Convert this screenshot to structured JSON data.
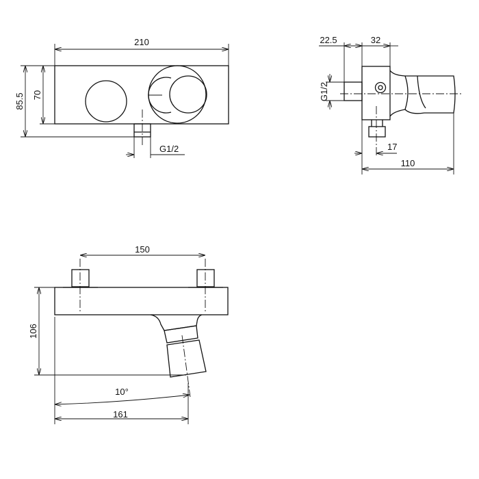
{
  "front_view": {
    "width_label": "210",
    "height_total_label": "85.5",
    "height_body_label": "70",
    "connection_label": "G1/2"
  },
  "side_view": {
    "offset_label": "22.5",
    "body_depth_label": "32",
    "connection_label": "G1/2",
    "outlet_offset_label": "17",
    "depth_total_label": "110"
  },
  "bottom_view": {
    "spacing_label": "150",
    "height_label": "106",
    "angle_label": "10°",
    "projection_label": "161"
  }
}
